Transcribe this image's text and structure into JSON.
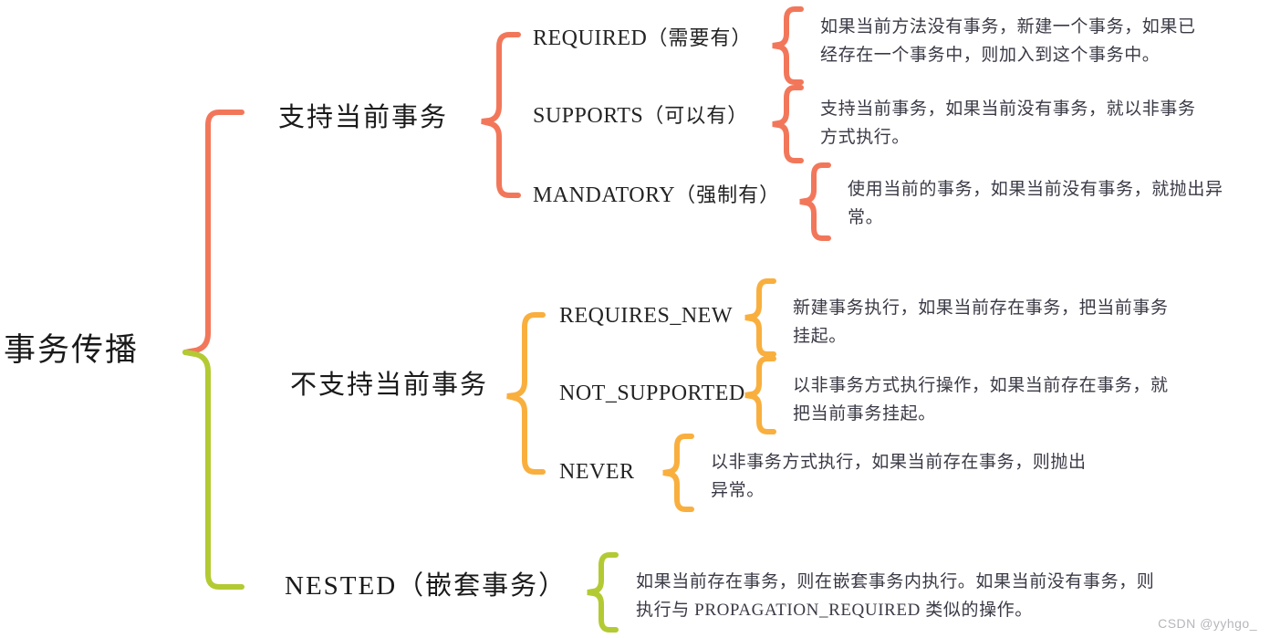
{
  "root": {
    "label": "事务传播"
  },
  "colors": {
    "brace_orange": "#F2775A",
    "brace_amber": "#F9AF3E",
    "brace_green": "#B3CA33",
    "text": "#1a1a1a",
    "desc_text": "#3a3a46",
    "watermark": "#b6b6bc",
    "background": "#ffffff"
  },
  "watermark": {
    "text": "CSDN @yyhgo_"
  },
  "branches": [
    {
      "label": "支持当前事务",
      "color": "#F2775A",
      "items": [
        {
          "name": "REQUIRED",
          "cn": "（需要有）",
          "desc": "如果当前方法没有事务，新建一个事务，如果已\n经存在一个事务中，则加入到这个事务中。"
        },
        {
          "name": "SUPPORTS",
          "cn": "（可以有）",
          "desc": "支持当前事务，如果当前没有事务，就以非事务\n方式执行。"
        },
        {
          "name": "MANDATORY",
          "cn": "（强制有）",
          "desc": "使用当前的事务，如果当前没有事务，就抛出异\n常。"
        }
      ]
    },
    {
      "label": "不支持当前事务",
      "color": "#F9AF3E",
      "items": [
        {
          "name": "REQUIRES_NEW",
          "cn": "",
          "desc": "新建事务执行，如果当前存在事务，把当前事务\n挂起。"
        },
        {
          "name": "NOT_SUPPORTED",
          "cn": "",
          "desc": "以非事务方式执行操作，如果当前存在事务，就\n把当前事务挂起。"
        },
        {
          "name": "NEVER",
          "cn": "",
          "desc": "以非事务方式执行，如果当前存在事务，则抛出\n异常。"
        }
      ]
    },
    {
      "label": "NESTED（嵌套事务）",
      "color": "#B3CA33",
      "items": [
        {
          "name": "",
          "cn": "",
          "desc": "如果当前存在事务，则在嵌套事务内执行。如果当前没有事务，则\n执行与 PROPAGATION_REQUIRED 类似的操作。"
        }
      ]
    }
  ]
}
